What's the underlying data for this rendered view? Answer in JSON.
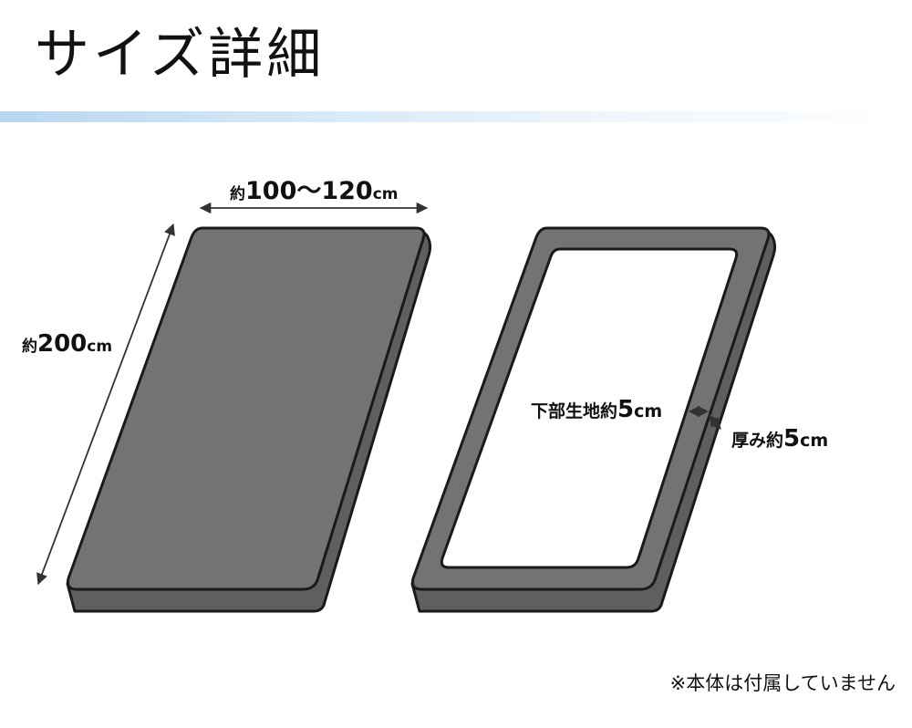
{
  "header": {
    "title": "サイズ詳細"
  },
  "diagram": {
    "width_label": {
      "prefix": "約",
      "value": "100〜120",
      "unit": "cm"
    },
    "length_label": {
      "prefix": "約",
      "value": "200",
      "unit": "cm"
    },
    "bottom_fabric_label": {
      "text": "下部生地約",
      "value": "5",
      "unit": "cm"
    },
    "thickness_label": {
      "text": "厚み約",
      "value": "5",
      "unit": "cm"
    },
    "colors": {
      "mattress_top": "#737373",
      "mattress_side": "#5f5f5f",
      "outline": "#1a1a1a",
      "inner_panel": "#ffffff"
    }
  },
  "footer": {
    "note": "※本体は付属していません"
  }
}
